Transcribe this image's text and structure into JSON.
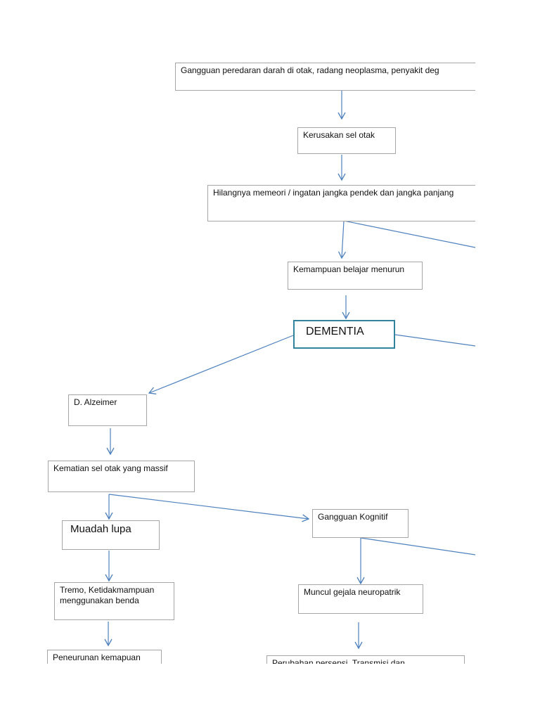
{
  "diagram": {
    "nodes": {
      "cause": "Gangguan peredaran darah di otak, radang neoplasma, penyakit deg",
      "brain_damage": "Kerusakan sel otak",
      "memory_loss": "Hilangnya memeori / ingatan jangka pendek dan jangka panjang",
      "learning": "Kemampuan belajar menurun",
      "dementia": "DEMENTIA",
      "alzheimer": "D. Alzeimer",
      "cell_death": "Kematian sel otak yang massif",
      "forgetful": "Muadah lupa",
      "cognitive": "Gangguan Kognitif",
      "tremor": "Tremo, Ketidakmampuan menggunakan benda",
      "neuropathic": "Muncul gejala neuropatrik",
      "decline": "Peneurunan kemapuan",
      "perception": "Perubahan persepsi, Transmisi dan"
    },
    "colors": {
      "arrow": "#4f81bd",
      "box_border": "#a6a6a6",
      "dementia_border": "#31849b"
    }
  }
}
